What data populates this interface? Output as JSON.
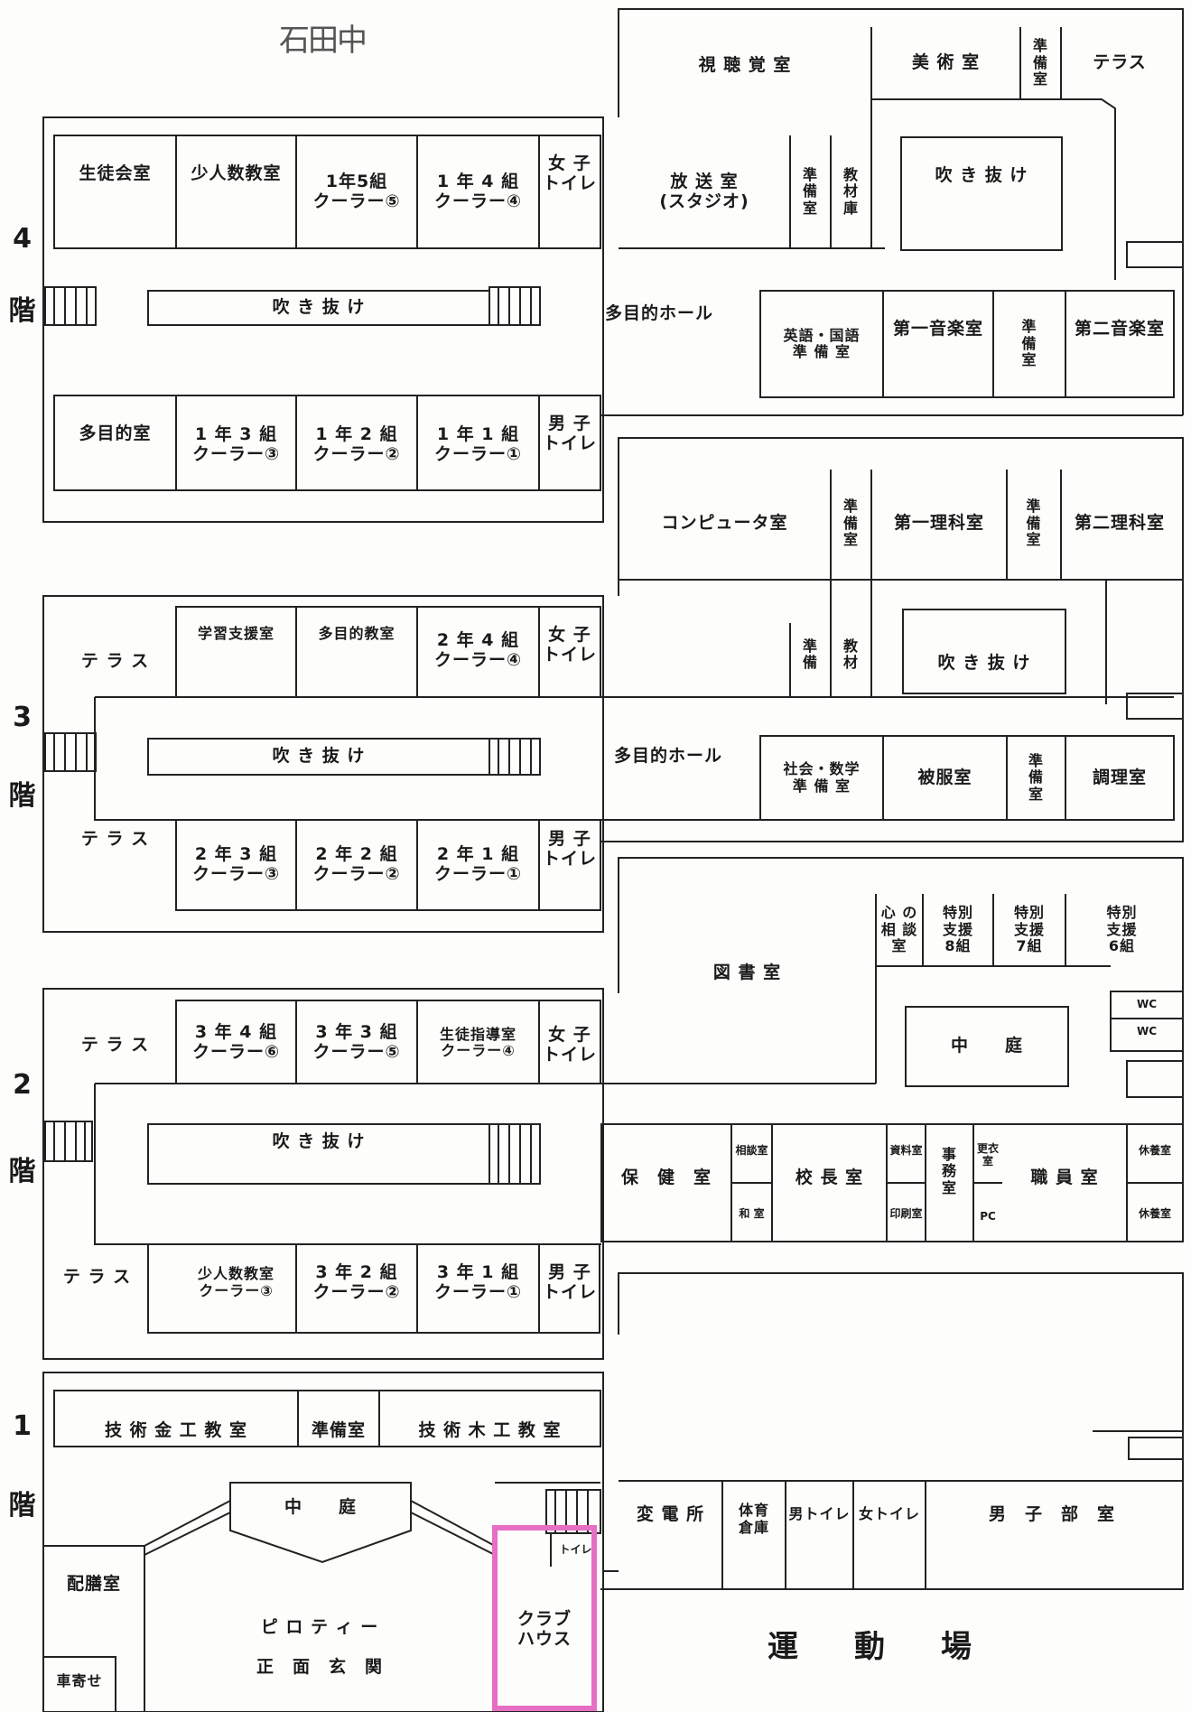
{
  "note": "石田中",
  "floors": {
    "f4": {
      "num": "4",
      "kai": "階"
    },
    "f3": {
      "num": "3",
      "kai": "階"
    },
    "f2": {
      "num": "2",
      "kai": "階"
    },
    "f1": {
      "num": "1",
      "kai": "階"
    }
  },
  "rooms4": {
    "shichokaku": "視 聴 覚 室",
    "bijutsu": "美 術 室",
    "junbi_a": "準\n備\n室",
    "terrace": "テラス",
    "seitokai": "生徒会室",
    "shoninzu": "少人数教室",
    "c15": "1年5組\nクーラー⑤",
    "c14": "1 年 4 組\nクーラー④",
    "girls_wc": "女 子\nトイレ",
    "hoso": "放 送 室\n(スタジオ)",
    "junbi_b": "準\n備\n室",
    "kyozai": "教\n材\n庫",
    "fukinuke_r": "吹 き 抜 け",
    "fukinuke_c": "吹 き 抜 け",
    "hall": "多目的ホール",
    "eigo": "英語・国語\n準 備 室",
    "ongaku1": "第一音楽室",
    "junbi_c": "準\n備\n室",
    "ongaku2": "第二音楽室",
    "tamokuteki": "多目的室",
    "c13": "1 年 3 組\nクーラー③",
    "c12": "1 年 2 組\nクーラー②",
    "c11": "1 年 1 組\nクーラー①",
    "boys_wc": "男 子\nトイレ"
  },
  "rooms3": {
    "computer": "コンピュータ室",
    "junbi_a": "準\n備\n室",
    "rika1": "第一理科室",
    "junbi_b": "準\n備\n室",
    "rika2": "第二理科室",
    "terrace_top": "テ ラ ス",
    "gakushu": "学習支援室",
    "tamokuteki": "多目的教室",
    "c24": "2 年 4 組\nクーラー④",
    "girls_wc": "女 子\nトイレ",
    "junbi_c": "準\n備",
    "kyozai": "教\n材",
    "fukinuke_r": "吹 き 抜 け",
    "fukinuke_c": "吹 き 抜 け",
    "hall": "多目的ホール",
    "shakai": "社会・数学\n準 備 室",
    "hifuku": "被服室",
    "junbi_d": "準\n備\n室",
    "chori": "調理室",
    "terrace_bot": "テ ラ ス",
    "c23": "2 年 3 組\nクーラー③",
    "c22": "2 年 2 組\nクーラー②",
    "c21": "2 年 1 組\nクーラー①",
    "boys_wc": "男 子\nトイレ"
  },
  "rooms2": {
    "toshoshitsu": "図 書 室",
    "kokoro": "心 の\n相 談\n室",
    "shien8": "特別\n支援\n8組",
    "shien7": "特別\n支援\n7組",
    "shien6": "特別\n支援\n6組",
    "wc1": "WC",
    "wc2": "WC",
    "nakaniwa": "中　　庭",
    "terrace_top": "テ ラ ス",
    "c34": "3 年 4 組\nクーラー⑥",
    "c33": "3 年 3 組\nクーラー⑤",
    "shido": "生徒指導室\nクーラー④",
    "girls_wc": "女 子\nトイレ",
    "fukinuke_c": "吹 き 抜 け",
    "hoken": "保　健　室",
    "sodan": "相談室",
    "washitsu": "和 室",
    "kocho": "校 長 室",
    "shiryo": "資料室",
    "insatsu": "印刷室",
    "jimu": "事\n務\n室",
    "koui": "更衣\n室",
    "pc": "PC",
    "shokuin": "職 員 室",
    "kyuyo1": "休養室",
    "kyuyo2": "休養室",
    "terrace_bot": "テ ラ ス",
    "shoninzu": "少人数教室\nクーラー③",
    "c32": "3 年 2 組\nクーラー②",
    "c31": "3 年 1 組\nクーラー①",
    "boys_wc": "男 子\nトイレ"
  },
  "rooms1": {
    "kinko": "技 術 金 工 教 室",
    "junbi": "準備室",
    "mokko": "技 術 木 工 教 室",
    "nakaniwa": "中　　庭",
    "toilet": "トイレ",
    "haizen": "配膳室",
    "piloti": "ピ ロ テ ィ ー\n\n正　面　玄　関",
    "kurumayose": "車寄せ",
    "clubhouse": "クラブ\nハウス",
    "henden": "変 電 所",
    "taiiku": "体育\n倉庫",
    "boys_wc": "男トイレ",
    "girls_wc": "女トイレ",
    "bushitsu": "男　子　部　室",
    "undojo": "運　動　場"
  },
  "colors": {
    "line": "#222222",
    "highlight": "#e66fc4"
  }
}
